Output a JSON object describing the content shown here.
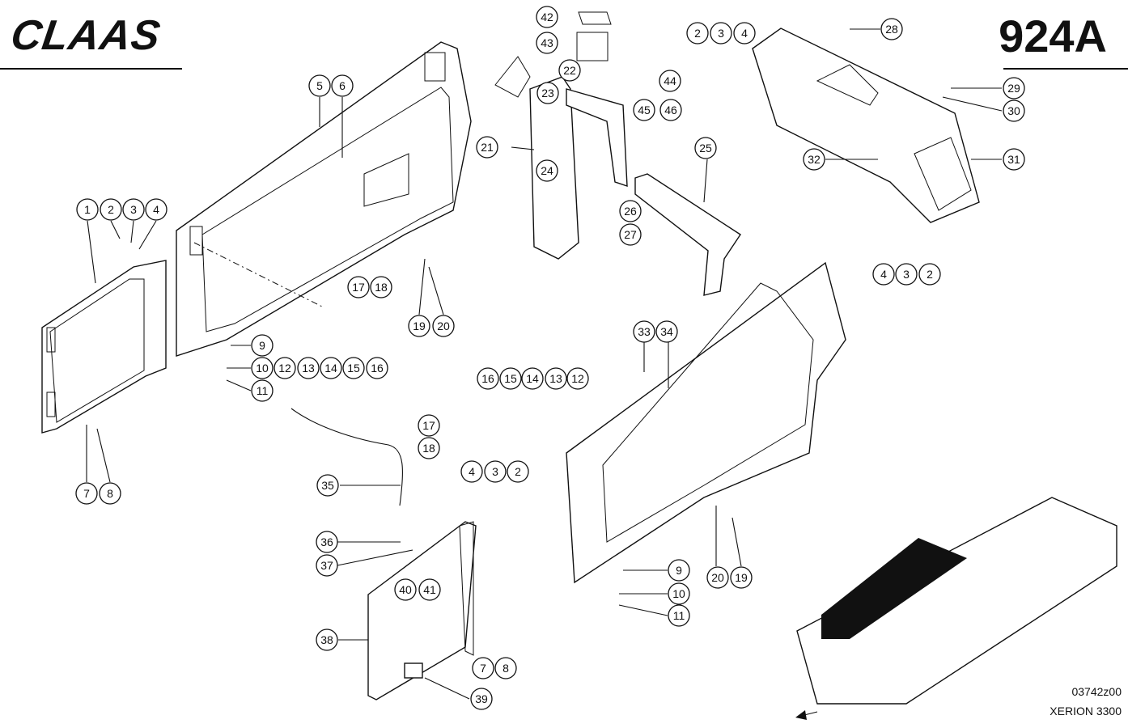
{
  "header": {
    "brand": "CLAAS",
    "page_number": "924A"
  },
  "footer": {
    "drawing_code": "03742z00",
    "model": "XERION 3300"
  },
  "callouts": [
    "1",
    "2",
    "3",
    "4",
    "5",
    "6",
    "7",
    "8",
    "9",
    "10",
    "11",
    "12",
    "13",
    "14",
    "15",
    "16",
    "17",
    "18",
    "19",
    "20",
    "21",
    "22",
    "23",
    "24",
    "25",
    "26",
    "27",
    "28",
    "29",
    "30",
    "31",
    "32",
    "33",
    "34",
    "35",
    "36",
    "37",
    "38",
    "39",
    "40",
    "41",
    "42",
    "43",
    "44",
    "45",
    "46"
  ]
}
